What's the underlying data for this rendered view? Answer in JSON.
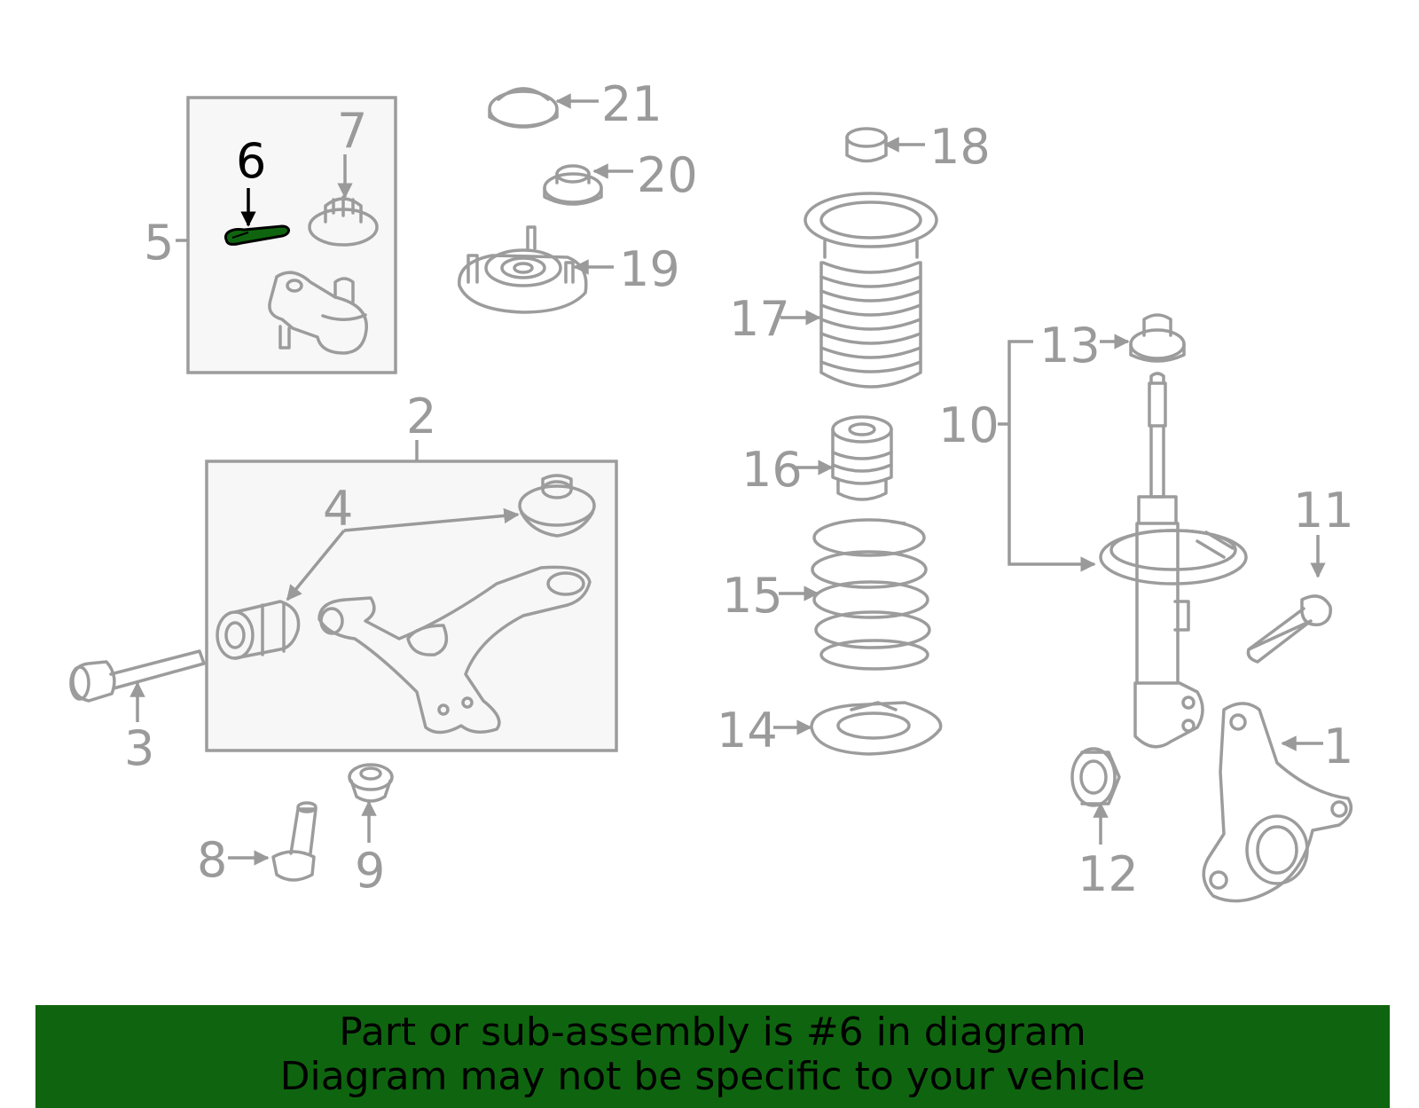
{
  "diagram": {
    "highlighted_part": "6",
    "highlight_color": "#0f650f",
    "callouts": [
      "1",
      "2",
      "3",
      "4",
      "5",
      "6",
      "7",
      "8",
      "9",
      "10",
      "11",
      "12",
      "13",
      "14",
      "15",
      "16",
      "17",
      "18",
      "19",
      "20",
      "21"
    ]
  },
  "banner": {
    "line1": "Part or sub-assembly is #6 in diagram",
    "line2": "Diagram may not be specific to your vehicle",
    "background": "#0f650f"
  }
}
